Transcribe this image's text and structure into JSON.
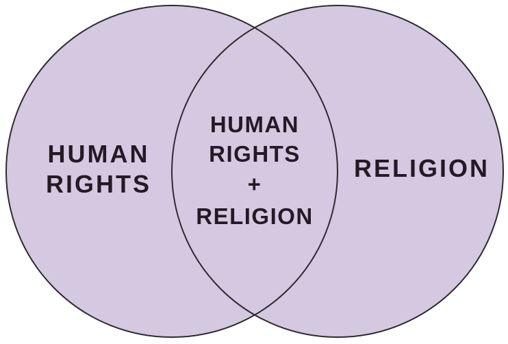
{
  "colors": {
    "circle_fill": "#d5c8e1",
    "circle_stroke": "#2e2a2e",
    "text": "#241a26",
    "background": "#ffffff"
  },
  "diagram": {
    "type": "venn",
    "sets": [
      "HUMAN RIGHTS",
      "RELIGION"
    ],
    "intersection": "HUMAN RIGHTS + RELIGION"
  },
  "venn": {
    "left_label_line1": "HUMAN",
    "left_label_line2": "RIGHTS",
    "intersection_label_line1": "HUMAN",
    "intersection_label_line2": "RIGHTS",
    "intersection_label_line3": "+",
    "intersection_label_line4": "RELIGION",
    "right_label": "RELIGION"
  }
}
